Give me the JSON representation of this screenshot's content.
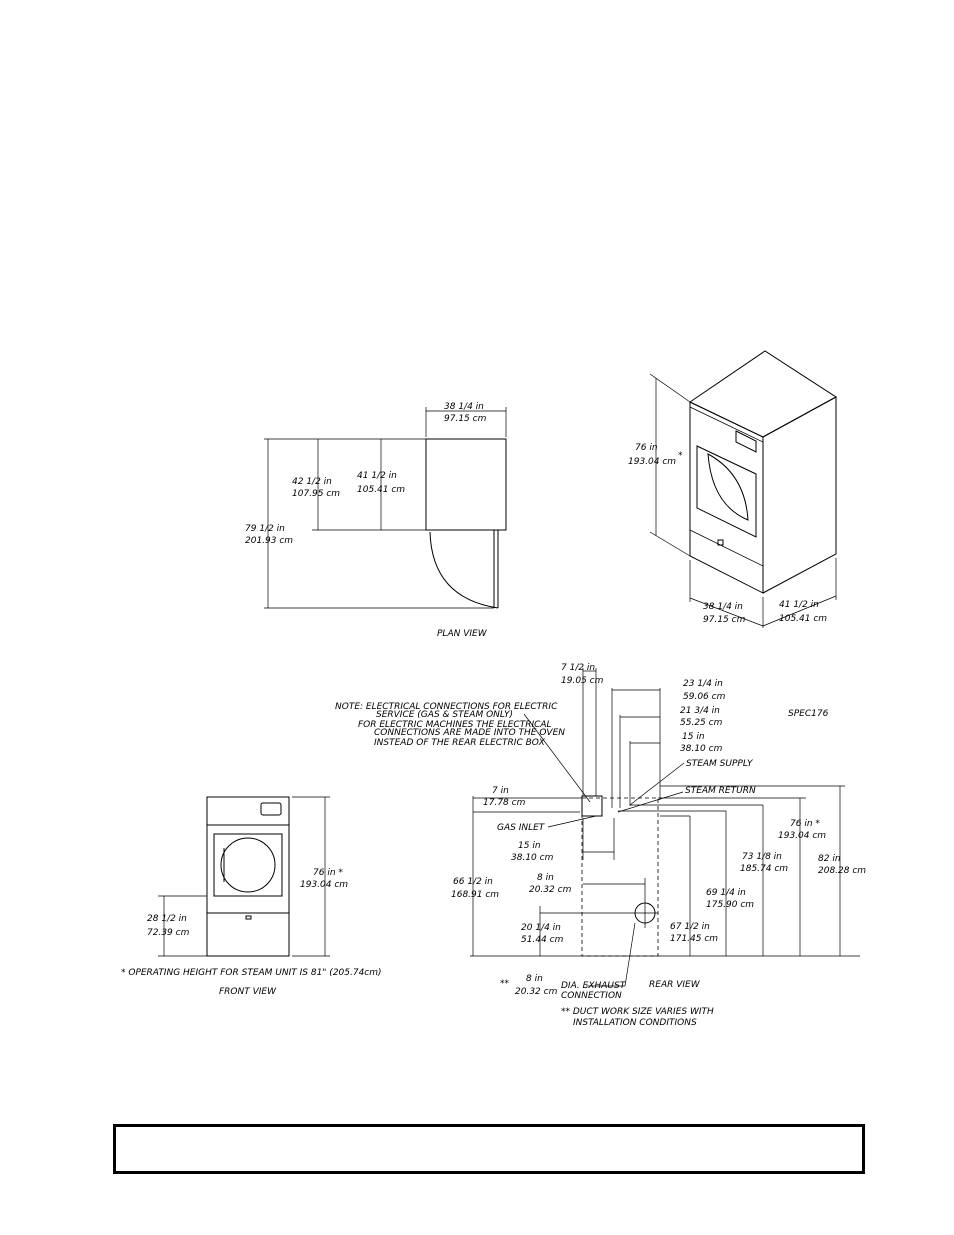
{
  "plan_view": {
    "label": "PLAN VIEW",
    "width_in": "38 1/4 in",
    "width_cm": "97.15 cm",
    "depth_a_in": "42 1/2 in",
    "depth_a_cm": "107.95 cm",
    "depth_b_in": "41 1/2 in",
    "depth_b_cm": "105.41 cm",
    "total_in": "79 1/2 in",
    "total_cm": "201.93 cm"
  },
  "iso_view": {
    "height_in": "76 in",
    "height_cm": "193.04 cm",
    "height_mark": "*",
    "width_in": "38 1/4 in",
    "width_cm": "97.15 cm",
    "depth_in": "41 1/2 in",
    "depth_cm": "105.41 cm"
  },
  "front_view": {
    "label": "FRONT VIEW",
    "height_in": "76 in *",
    "height_cm": "193.04 cm",
    "door_in": "28 1/2 in",
    "door_cm": "72.39 cm",
    "note": "* OPERATING HEIGHT FOR STEAM UNIT IS 81\" (205.74cm)"
  },
  "rear_view": {
    "label": "REAR VIEW",
    "spec": "SPEC176",
    "note_lines": [
      "NOTE: ELECTRICAL CONNECTIONS FOR ELECTRIC",
      "SERVICE (GAS & STEAM ONLY)",
      "FOR ELECTRIC MACHINES THE ELECTRICAL",
      "CONNECTIONS ARE MADE INTO THE OVEN",
      "INSTEAD OF THE REAR ELECTRIC BOX"
    ],
    "steam_supply": "STEAM SUPPLY",
    "steam_return": "STEAM RETURN",
    "gas_inlet": "GAS INLET",
    "d_7half_in": "7 1/2 in",
    "d_7half_cm": "19.05 cm",
    "d_23q_in": "23 1/4 in",
    "d_23q_cm": "59.06 cm",
    "d_21tq_in": "21 3/4 in",
    "d_21tq_cm": "55.25 cm",
    "d_15a_in": "15 in",
    "d_15a_cm": "38.10 cm",
    "d_7_in": "7 in",
    "d_7_cm": "17.78 cm",
    "d_15b_in": "15 in",
    "d_15b_cm": "38.10 cm",
    "d_8a_in": "8 in",
    "d_8a_cm": "20.32 cm",
    "d_20q_in": "20 1/4 in",
    "d_20q_cm": "51.44 cm",
    "d_66h_in": "66 1/2 in",
    "d_66h_cm": "168.91 cm",
    "d_67h_in": "67 1/2 in",
    "d_67h_cm": "171.45 cm",
    "d_69q_in": "69 1/4 in",
    "d_69q_cm": "175.90 cm",
    "d_73e_in": "73 1/8 in",
    "d_73e_cm": "185.74 cm",
    "d_76_in": "76 in *",
    "d_76_cm": "193.04 cm",
    "d_82_in": "82 in",
    "d_82_cm": "208.28 cm",
    "exhaust_mark": "**",
    "d_8b_in": "8 in",
    "d_8b_cm": "20.32 cm",
    "exhaust_label_1": "DIA. EXHAUST",
    "exhaust_label_2": "CONNECTION",
    "duct_note_1": "** DUCT WORK SIZE VARIES WITH",
    "duct_note_2": "INSTALLATION CONDITIONS"
  }
}
